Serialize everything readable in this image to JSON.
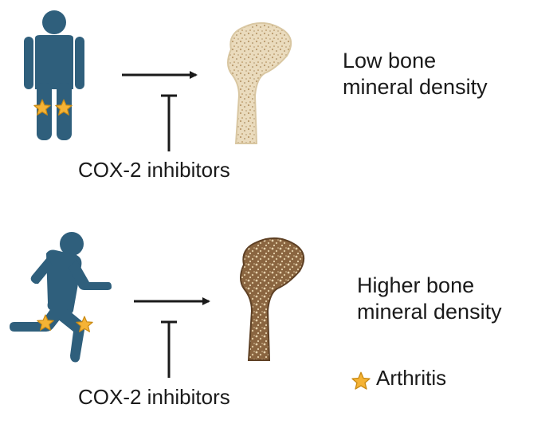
{
  "diagram": {
    "top_panel": {
      "figure": "standing-person-icon",
      "outcome_line1": "Low bone",
      "outcome_line2": "mineral density",
      "inhibitor_label": "COX-2 inhibitors",
      "bone_style": "sparse-trabecular"
    },
    "bottom_panel": {
      "figure": "running-person-icon",
      "outcome_line1": "Higher bone",
      "outcome_line2": "mineral density",
      "inhibitor_label": "COX-2 inhibitors",
      "bone_style": "dense-trabecular"
    },
    "legend": {
      "icon": "star-icon",
      "label": "Arthritis"
    },
    "colors": {
      "figure": "#2f5f7c",
      "star_fill": "#f5b335",
      "star_stroke": "#c98a14",
      "bone_light": "#e8d8b8",
      "bone_dark": "#b08a5a",
      "bone_dense": "#7a5632",
      "arrow": "#1a1a1a"
    }
  }
}
